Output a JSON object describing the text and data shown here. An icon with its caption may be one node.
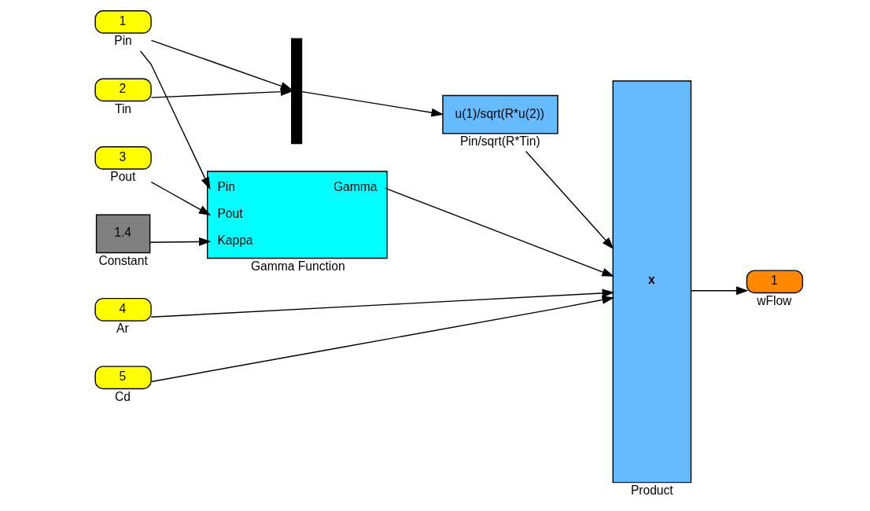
{
  "diagram": {
    "nodes": [
      {
        "text": [
          "1"
        ],
        "beside": [
          "Pin"
        ]
      },
      {
        "text": [
          "2"
        ],
        "beside": [
          "Tin"
        ]
      },
      {
        "text": [
          "3"
        ],
        "beside": [
          "Pout"
        ]
      },
      {
        "text": [
          "4"
        ],
        "beside": [
          "Ar"
        ]
      },
      {
        "text": [
          "5"
        ],
        "beside": [
          "Cd"
        ]
      },
      {
        "text": [],
        "shape": "bar"
      },
      {
        "text": [
          "u(1)/sqrt(R*u(2))"
        ],
        "beside": [
          "Pin/sqrt(R*Tin)"
        ]
      },
      {
        "text": [
          "Pin",
          "Pout",
          "Kappa",
          "Gamma"
        ],
        "beside": [
          "Gamma Function"
        ]
      },
      {
        "text": [
          "1.4"
        ],
        "beside": [
          "Constant"
        ]
      },
      {
        "text": [
          "x"
        ],
        "beside": [
          "Product"
        ]
      },
      {
        "text": [
          "1"
        ],
        "beside": [
          "wFlow"
        ]
      }
    ],
    "edges": [
      {
        "from": 0,
        "to": 5,
        "arrow": "to"
      },
      {
        "from": 1,
        "to": 5,
        "arrow": "to"
      },
      {
        "from": 0,
        "to": 7,
        "arrow": "to"
      },
      {
        "from": 5,
        "to": 6,
        "arrow": "to"
      },
      {
        "from": 2,
        "to": 7,
        "arrow": "to"
      },
      {
        "from": 8,
        "to": 7,
        "arrow": "to"
      },
      {
        "from": 6,
        "to": 9,
        "arrow": "to"
      },
      {
        "from": 7,
        "to": 9,
        "arrow": "to"
      },
      {
        "from": 3,
        "to": 9,
        "arrow": "to"
      },
      {
        "from": 4,
        "to": 9,
        "arrow": "to"
      },
      {
        "from": 9,
        "to": 10,
        "arrow": "to"
      }
    ]
  }
}
